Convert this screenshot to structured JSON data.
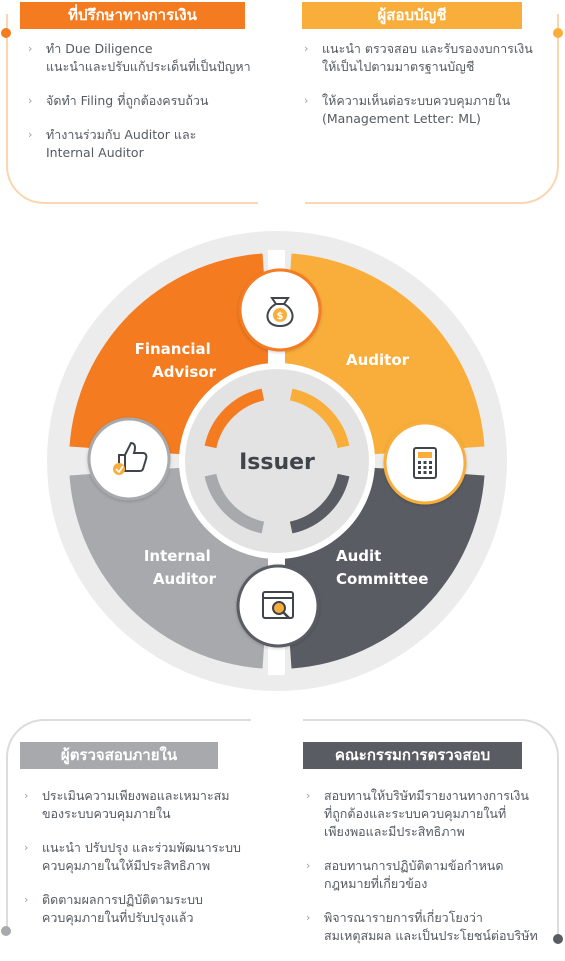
{
  "panels": {
    "financial_advisor": {
      "title": "ที่ปรึกษาทางการเงิน",
      "items": [
        [
          "ทำ Due Diligence",
          "แนะนำและปรับแก้ประเด็นที่เป็นปัญหา"
        ],
        [
          "จัดทำ Filing ที่ถูกต้องครบถ้วน"
        ],
        [
          "ทำงานร่วมกับ Auditor และ",
          "Internal Auditor"
        ]
      ]
    },
    "auditor": {
      "title": "ผู้สอบบัญชี",
      "items": [
        [
          "แนะนำ ตรวจสอบ และรับรองงบการเงิน",
          "ให้เป็นไปตามมาตรฐานบัญชี"
        ],
        [
          "ให้ความเห็นต่อระบบควบคุมภายใน",
          "(Management Letter: ML)"
        ]
      ]
    },
    "internal_auditor": {
      "title": "ผู้ตรวจสอบภายใน",
      "items": [
        [
          "ประเมินความเพียงพอและเหมาะสม",
          "ของระบบควบคุมภายใน"
        ],
        [
          "แนะนำ ปรับปรุง และร่วมพัฒนาระบบ",
          "ควบคุมภายในให้มีประสิทธิภาพ"
        ],
        [
          "ติดตามผลการปฏิบัติตามระบบ",
          "ควบคุมภายในที่ปรับปรุงแล้ว"
        ]
      ]
    },
    "audit_committee": {
      "title": "คณะกรรมการตรวจสอบ",
      "items": [
        [
          "สอบทานให้บริษัทมีรายงานทางการเงิน",
          "ที่ถูกต้องและระบบควบคุมภายในที่",
          "เพียงพอและมีประสิทธิภาพ"
        ],
        [
          "สอบทานการปฏิบัติตามข้อกำหนด",
          "กฎหมายที่เกี่ยวข้อง"
        ],
        [
          "พิจารณารายการที่เกี่ยวโยงว่า",
          "สมเหตุสมผล และเป็นประโยชน์ต่อบริษัท"
        ]
      ]
    }
  },
  "diagram": {
    "center": "Issuer",
    "segments": {
      "financial_advisor": [
        "Financial",
        "Advisor"
      ],
      "auditor": [
        "Auditor"
      ],
      "internal_auditor": [
        "Internal",
        "Auditor"
      ],
      "audit_committee": [
        "Audit",
        "Committee"
      ]
    },
    "icons": {
      "financial_advisor": "money-bag-icon",
      "auditor": "calculator-icon",
      "internal_auditor": "thumbs-up-icon",
      "audit_committee": "magnifier-document-icon"
    }
  },
  "colors": {
    "orange": "#f47b20",
    "light_orange": "#f9ae3b",
    "gray": "#a7a9ac",
    "dark_gray": "#595c63",
    "ring_bg": "#ececec",
    "inner_bg": "#e3e3e3"
  }
}
